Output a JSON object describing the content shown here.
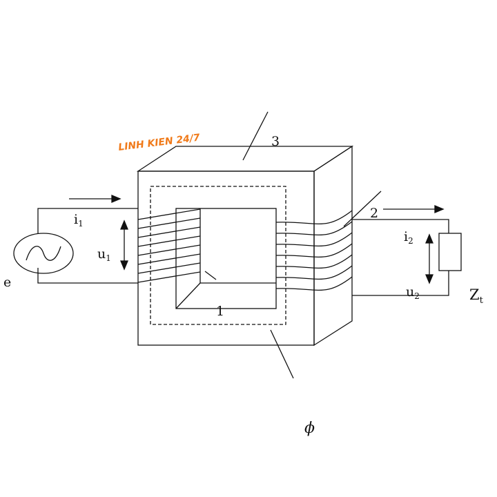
{
  "watermark": {
    "text": "LINH KIEN 24/7",
    "color": "#f07a1a"
  },
  "labels": {
    "core_label": "3",
    "secondary_label": "2",
    "primary_label": "1",
    "flux": "ϕ",
    "source": "e",
    "i1_base": "i",
    "i1_sub": "1",
    "u1_base": "u",
    "u1_sub": "1",
    "i2_base": "i",
    "i2_sub": "2",
    "u2_base": "u",
    "u2_sub": "2",
    "zt_base": "Z",
    "zt_sub": "t"
  },
  "colors": {
    "stroke": "#111111",
    "background": "#ffffff"
  },
  "icons": {
    "source": "ac-source-icon",
    "load": "resistor-icon"
  }
}
